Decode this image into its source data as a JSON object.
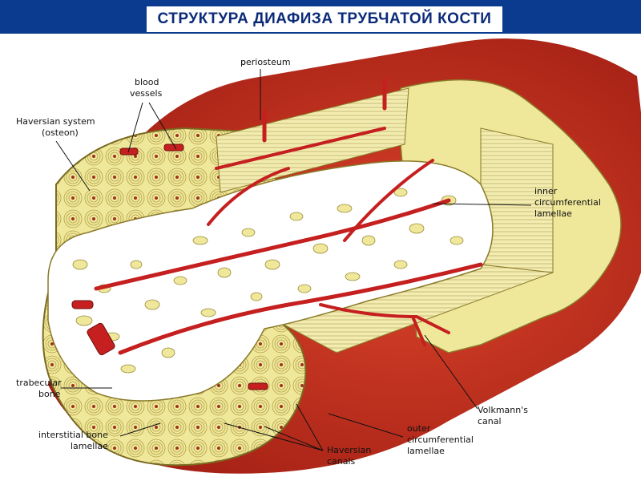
{
  "title": "СТРУКТУРА ДИАФИЗА  ТРУБЧАТОЙ КОСТИ",
  "labels": {
    "periosteum": "periosteum",
    "blood_vessels": [
      "blood",
      "vessels"
    ],
    "haversian_system": [
      "Haversian system",
      "(osteon)"
    ],
    "inner_lamellae": [
      "inner",
      "circumferential",
      "lamellae"
    ],
    "trabecular_bone": [
      "trabecular",
      "bone"
    ],
    "interstitial_lamellae": [
      "interstitial bone",
      "lamellae"
    ],
    "haversian_canals": [
      "Haversian",
      "canals"
    ],
    "outer_lamellae": [
      "outer",
      "circumferential",
      "lamellae"
    ],
    "volkmanns_canal": [
      "Volkmann's",
      "canal"
    ]
  },
  "colors": {
    "header": "#0b3b8f",
    "periosteum": "#b8241a",
    "compact_bone": "#efe79a",
    "bone_outline": "#8a7a2a",
    "vessel": "#c51f1f",
    "marrow": "#ffffff"
  }
}
